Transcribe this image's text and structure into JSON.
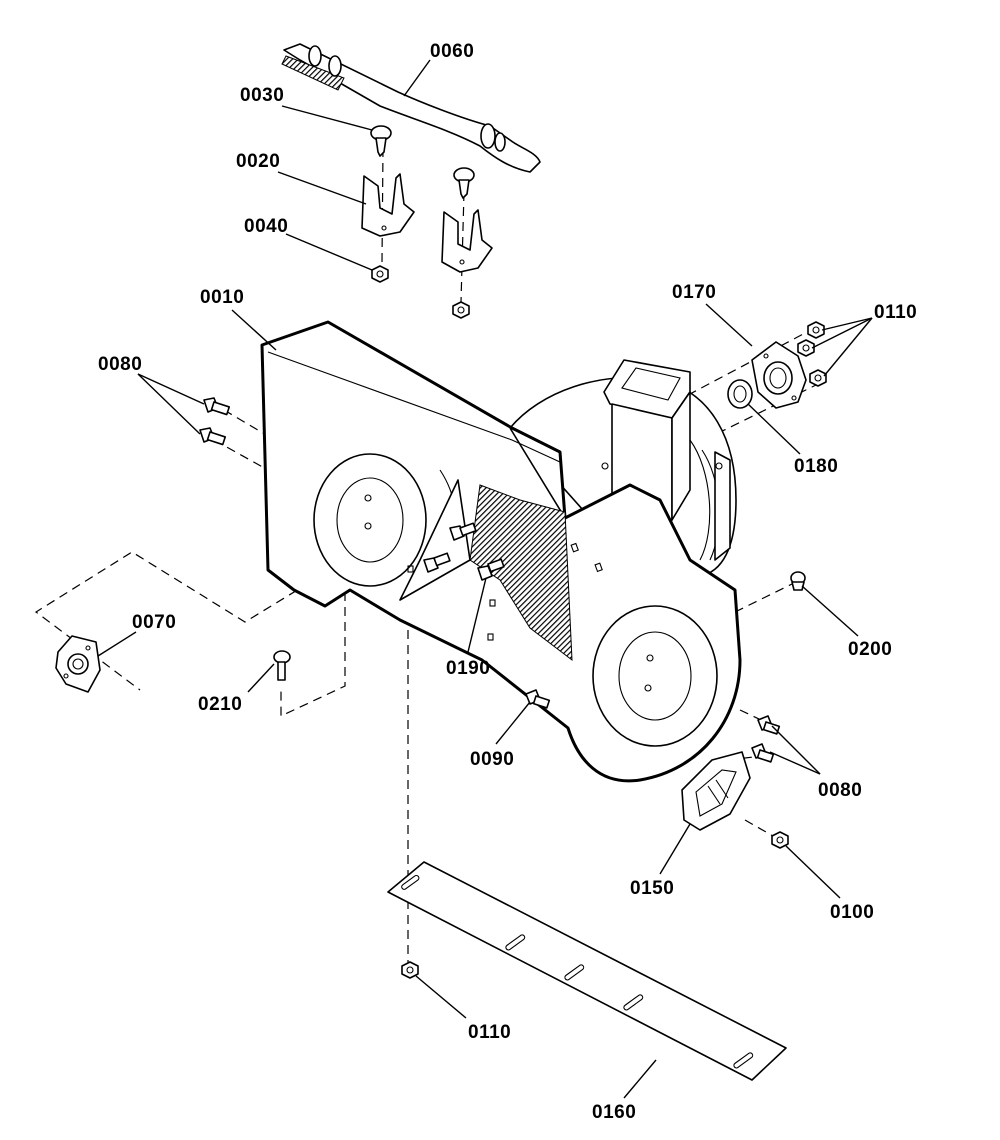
{
  "callouts": {
    "c0060": "0060",
    "c0030": "0030",
    "c0020": "0020",
    "c0040": "0040",
    "c0010": "0010",
    "c0080_left": "0080",
    "c0170": "0170",
    "c0110_top": "0110",
    "c0180": "0180",
    "c0200": "0200",
    "c0070": "0070",
    "c0190": "0190",
    "c0210": "0210",
    "c0090": "0090",
    "c0080_right": "0080",
    "c0150": "0150",
    "c0100": "0100",
    "c0110_bottom": "0110",
    "c0160": "0160"
  },
  "colors": {
    "ink": "#000000",
    "paper": "#ffffff"
  }
}
